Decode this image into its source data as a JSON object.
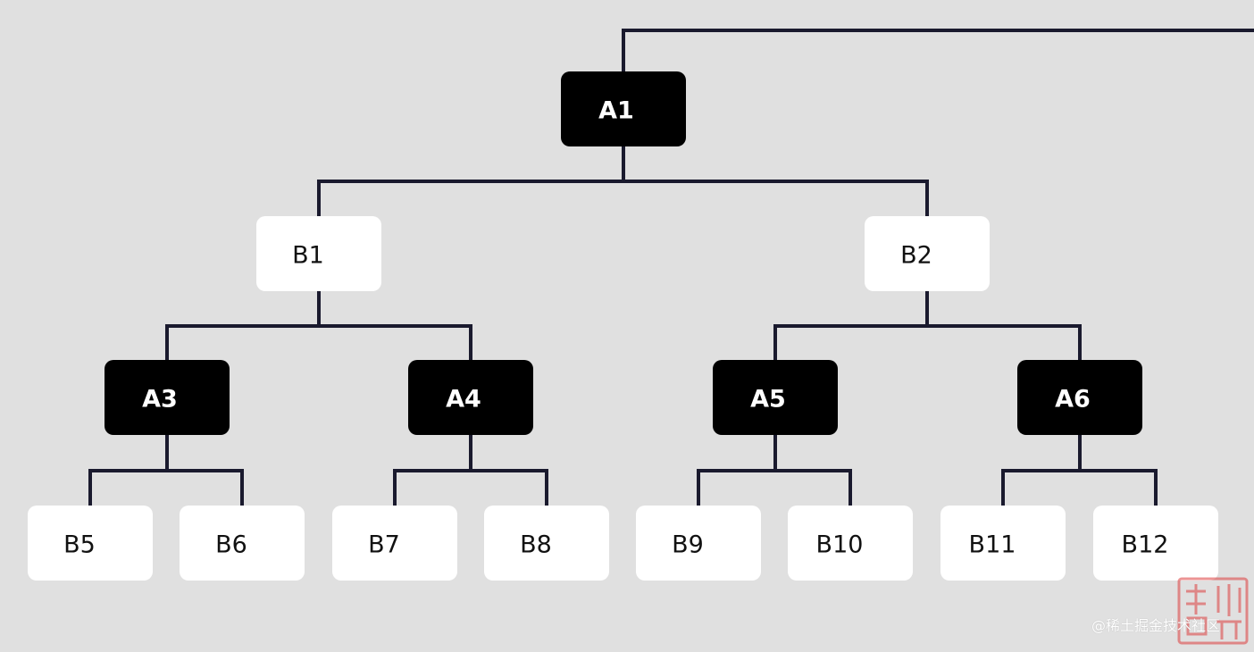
{
  "tree": {
    "nodes": [
      {
        "id": "A1",
        "label": "A1",
        "style": "dark"
      },
      {
        "id": "B1",
        "label": "B1",
        "style": "light"
      },
      {
        "id": "B2",
        "label": "B2",
        "style": "light"
      },
      {
        "id": "A3",
        "label": "A3",
        "style": "dark"
      },
      {
        "id": "A4",
        "label": "A4",
        "style": "dark"
      },
      {
        "id": "A5",
        "label": "A5",
        "style": "dark"
      },
      {
        "id": "A6",
        "label": "A6",
        "style": "dark"
      },
      {
        "id": "B5",
        "label": "B5",
        "style": "light"
      },
      {
        "id": "B6",
        "label": "B6",
        "style": "light"
      },
      {
        "id": "B7",
        "label": "B7",
        "style": "light"
      },
      {
        "id": "B8",
        "label": "B8",
        "style": "light"
      },
      {
        "id": "B9",
        "label": "B9",
        "style": "light"
      },
      {
        "id": "B10",
        "label": "B10",
        "style": "light"
      },
      {
        "id": "B11",
        "label": "B11",
        "style": "light"
      },
      {
        "id": "B12",
        "label": "B12",
        "style": "light"
      }
    ],
    "edges": [
      [
        "A1",
        "B1"
      ],
      [
        "A1",
        "B2"
      ],
      [
        "B1",
        "A3"
      ],
      [
        "B1",
        "A4"
      ],
      [
        "B2",
        "A5"
      ],
      [
        "B2",
        "A6"
      ],
      [
        "A3",
        "B5"
      ],
      [
        "A3",
        "B6"
      ],
      [
        "A4",
        "B7"
      ],
      [
        "A4",
        "B8"
      ],
      [
        "A5",
        "B9"
      ],
      [
        "A5",
        "B10"
      ],
      [
        "A6",
        "B11"
      ],
      [
        "A6",
        "B12"
      ]
    ]
  },
  "colors": {
    "background": "#e0e0e0",
    "dark_node": "#000000",
    "dark_text": "#ffffff",
    "light_node": "#ffffff",
    "light_text": "#111111",
    "connector": "#1a1a2e"
  },
  "watermark": {
    "text": "@稀土掘金技术社区",
    "seal_text": "博 微"
  }
}
